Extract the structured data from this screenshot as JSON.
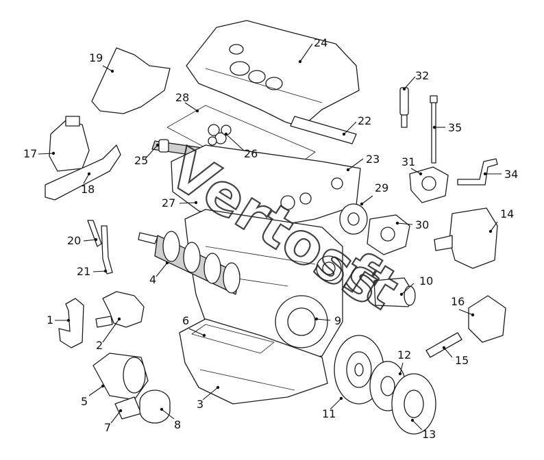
{
  "diagram": {
    "watermark_text": "Vertoss",
    "watermark_suffix": "ft",
    "labels": [
      "1",
      "2",
      "3",
      "4",
      "5",
      "6",
      "7",
      "8",
      "9",
      "10",
      "11",
      "12",
      "13",
      "14",
      "15",
      "16",
      "17",
      "18",
      "19",
      "20",
      "21",
      "22",
      "23",
      "24",
      "25",
      "26",
      "27",
      "28",
      "29",
      "30",
      "31",
      "32",
      "34",
      "35"
    ]
  }
}
